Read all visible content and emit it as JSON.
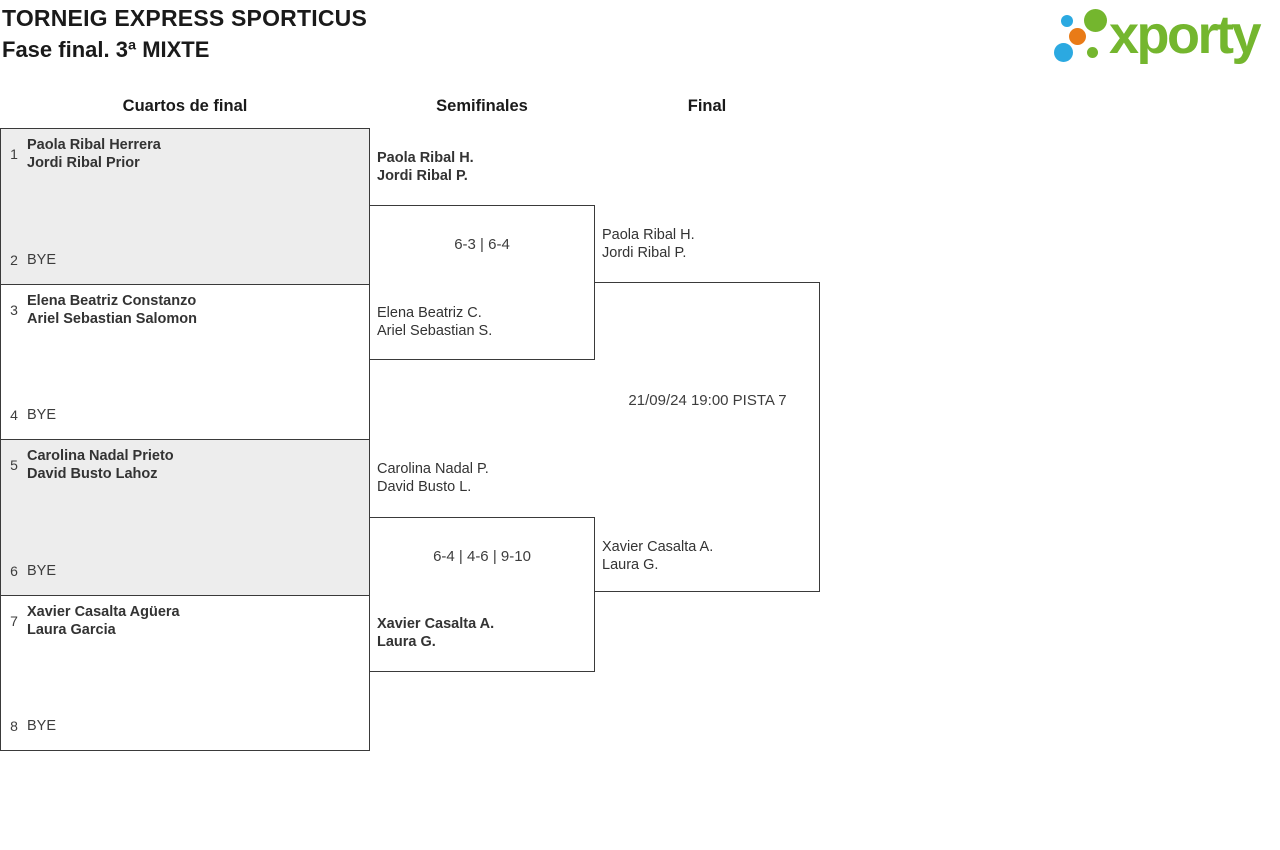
{
  "header": {
    "title": "TORNEIG EXPRESS SPORTICUS",
    "subtitle": "Fase final. 3ª MIXTE"
  },
  "logo": {
    "brand": "xporty",
    "colors": {
      "green": "#74b62e",
      "blue": "#2ba9e1",
      "orange": "#e97b17"
    }
  },
  "columns": [
    {
      "label": "Cuartos de final"
    },
    {
      "label": "Semifinales"
    },
    {
      "label": "Final"
    }
  ],
  "quarterfinals": [
    {
      "top_seed": "1",
      "team": [
        "Paola Ribal Herrera",
        "Jordi Ribal Prior"
      ],
      "bye_seed": "2",
      "bye_label": "BYE"
    },
    {
      "top_seed": "3",
      "team": [
        "Elena Beatriz Constanzo",
        "Ariel Sebastian Salomon"
      ],
      "bye_seed": "4",
      "bye_label": "BYE"
    },
    {
      "top_seed": "5",
      "team": [
        "Carolina Nadal Prieto",
        "David Busto Lahoz"
      ],
      "bye_seed": "6",
      "bye_label": "BYE"
    },
    {
      "top_seed": "7",
      "team": [
        "Xavier Casalta Agüera",
        "Laura Garcia"
      ],
      "bye_seed": "8",
      "bye_label": "BYE"
    }
  ],
  "semifinals": [
    {
      "top": [
        "Paola Ribal H.",
        "Jordi Ribal P."
      ],
      "score": "6-3 | 6-4",
      "bottom": [
        "Elena Beatriz C.",
        "Ariel Sebastian S."
      ],
      "winner": "top"
    },
    {
      "top": [
        "Carolina Nadal P.",
        "David Busto L."
      ],
      "score": "6-4 | 4-6 | 9-10",
      "bottom": [
        "Xavier Casalta A.",
        "Laura G."
      ],
      "winner": "bottom"
    }
  ],
  "final": {
    "top": [
      "Paola Ribal H.",
      "Jordi Ribal P."
    ],
    "schedule": "21/09/24 19:00 PISTA 7",
    "bottom": [
      "Xavier Casalta A.",
      "Laura G."
    ]
  }
}
